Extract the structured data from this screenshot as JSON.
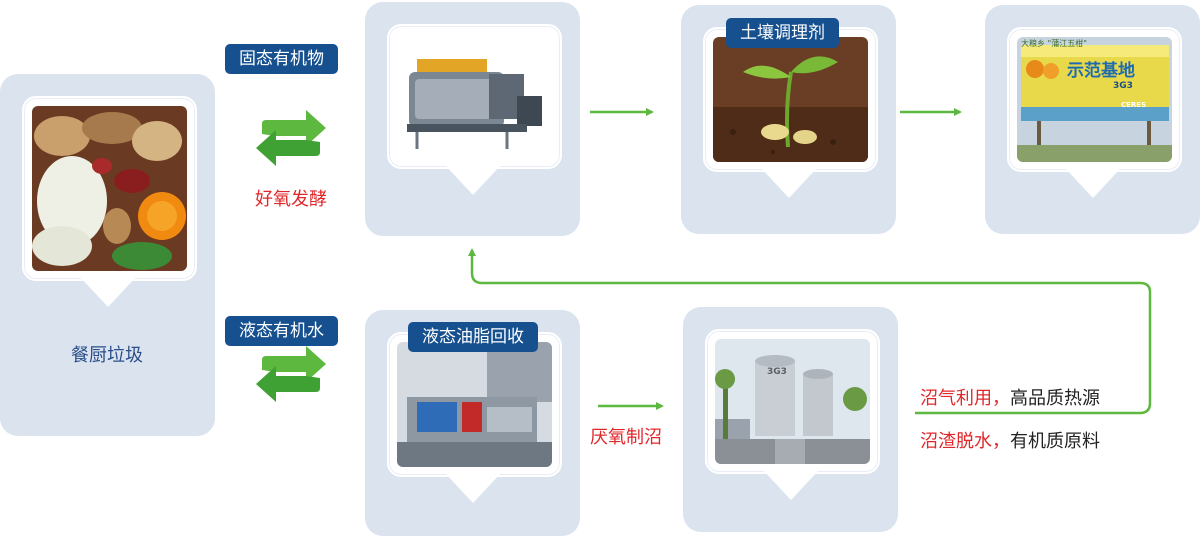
{
  "colors": {
    "card": "#dbe3ef",
    "badge": "#16508f",
    "arrow": "#5cb83f",
    "red_text": "#e0282b",
    "blue_text": "#2a4e8a"
  },
  "source": {
    "label": "餐厨垃圾"
  },
  "solid_branch": {
    "badge": "固态有机物",
    "process": "好氧发酵"
  },
  "liquid_branch": {
    "badge": "液态有机水"
  },
  "cards": {
    "soil": {
      "badge": "土壤调理剂"
    },
    "oil": {
      "badge": "液态油脂回收"
    }
  },
  "anaerobic": {
    "label": "厌氧制沼"
  },
  "outputs": {
    "biogas": {
      "red": "沼气利用，",
      "black": "高品质热源"
    },
    "residue": {
      "red": "沼渣脱水，",
      "black": "有机质原料"
    }
  },
  "billboard": {
    "title": "示范基地",
    "top_text": "大粮乡 \"蒲江五柑\"",
    "brand": "3G3",
    "sub_brand": "CERES"
  },
  "tank_brand": "3G3"
}
